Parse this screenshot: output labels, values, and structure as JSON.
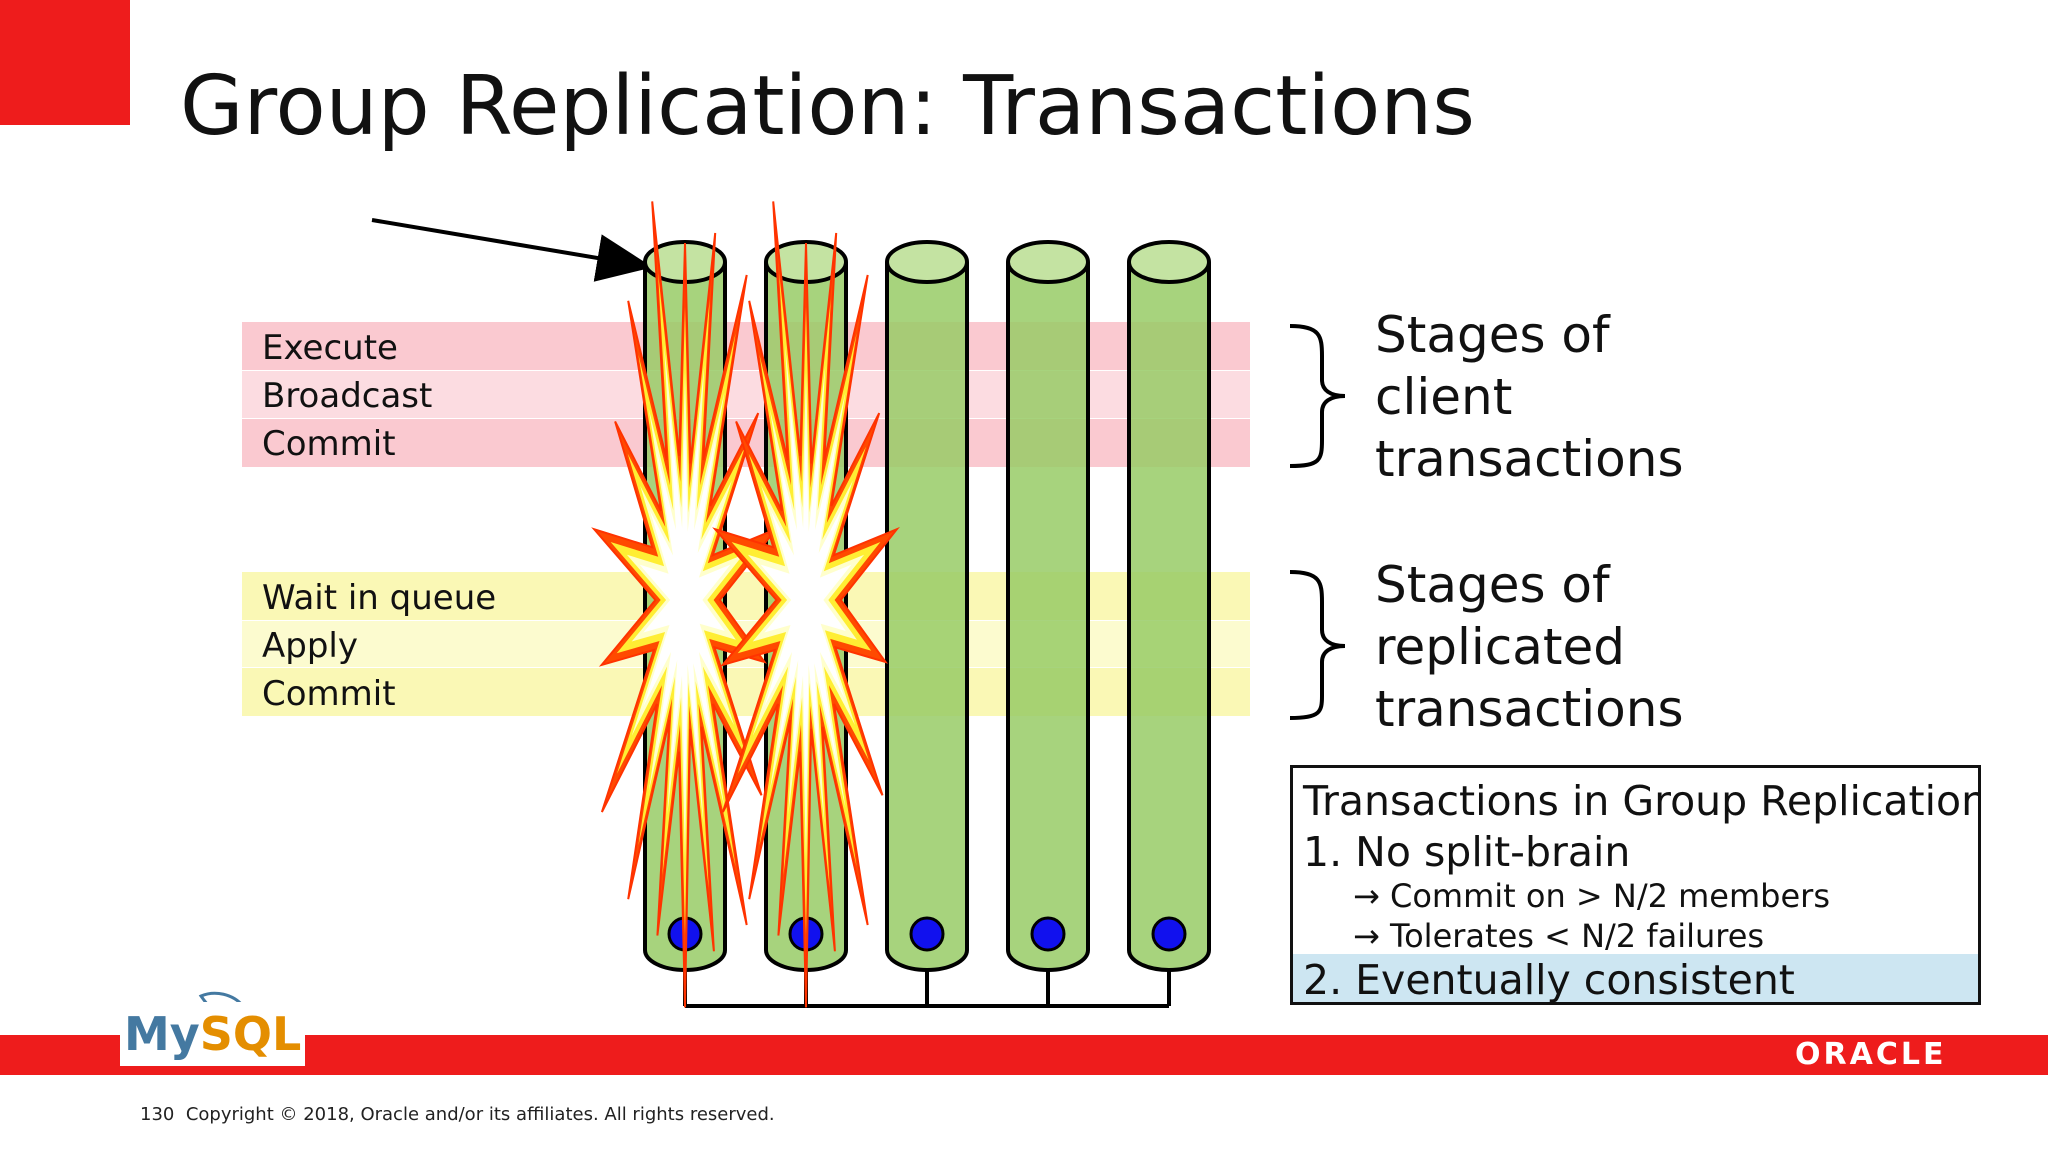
{
  "slide": {
    "title": "Group Replication: Transactions",
    "page_number": "130",
    "copyright": "Copyright © 2018, Oracle and/or its affiliates. All rights reserved."
  },
  "client_stages": {
    "labels": [
      "Execute",
      "Broadcast",
      "Commit"
    ],
    "group_label_lines": [
      "Stages of",
      "client",
      "transactions"
    ],
    "color": "#f9c0c8"
  },
  "replicated_stages": {
    "labels": [
      "Wait in queue",
      "Apply",
      "Commit"
    ],
    "group_label_lines": [
      "Stages of",
      "replicated",
      "transactions"
    ],
    "color": "#f9f7a8"
  },
  "servers": {
    "count": 5,
    "failed_count": 2,
    "cylinder_color": "#98cb66",
    "cylinder_top_color": "#c4e3a2",
    "node_color": "#1111ee"
  },
  "info_box": {
    "title": "Transactions in Group Replication",
    "item1": "1. No split-brain",
    "sub1": "→ Commit on > N/2 members",
    "sub2": "→ Tolerates < N/2 failures",
    "item2": "2. Eventually consistent",
    "highlight_color": "#cde6f2"
  },
  "branding": {
    "accent_color": "#ee1c1c",
    "mysql_my": "My",
    "mysql_sql": "SQL",
    "oracle": "ORACLE"
  }
}
